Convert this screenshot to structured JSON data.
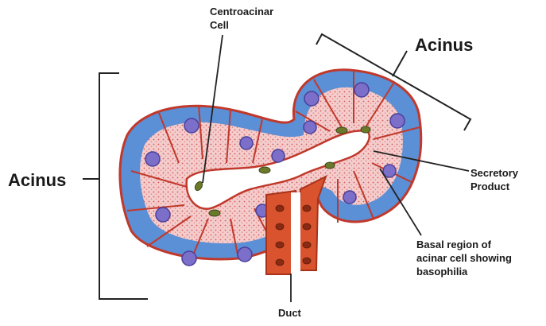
{
  "labels": {
    "acinus_left": "Acinus",
    "acinus_top": "Acinus",
    "centroacinar": [
      "Centroacinar",
      "Cell"
    ],
    "secretory": [
      "Secretory",
      "Product"
    ],
    "basal": [
      "Basal region of",
      "acinar cell showing",
      "basophilia"
    ],
    "duct": "Duct"
  },
  "colors": {
    "outline": "#c0392b",
    "basal_blue": "#5b8fd6",
    "cytoplasm_pink": "#f2c4c4",
    "nucleus": "#7b6fc9",
    "centroacinar_nucleus": "#6b7a2a",
    "lumen": "#ffffff",
    "leader_line": "#222222"
  }
}
